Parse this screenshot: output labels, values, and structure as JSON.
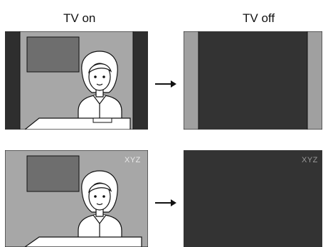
{
  "labels": {
    "tv_on": "TV on",
    "tv_off": "TV off"
  },
  "rows": [
    {
      "channel_text": ""
    },
    {
      "channel_text": "XYZ"
    }
  ],
  "colors": {
    "screen_gray": "#a7a7a7",
    "off_screen": "#333333",
    "side_bar": "#2e2e2e",
    "side_bar_off": "#a0a0a0",
    "inset_panel": "#6e6e6e",
    "figure_line": "#111111"
  }
}
